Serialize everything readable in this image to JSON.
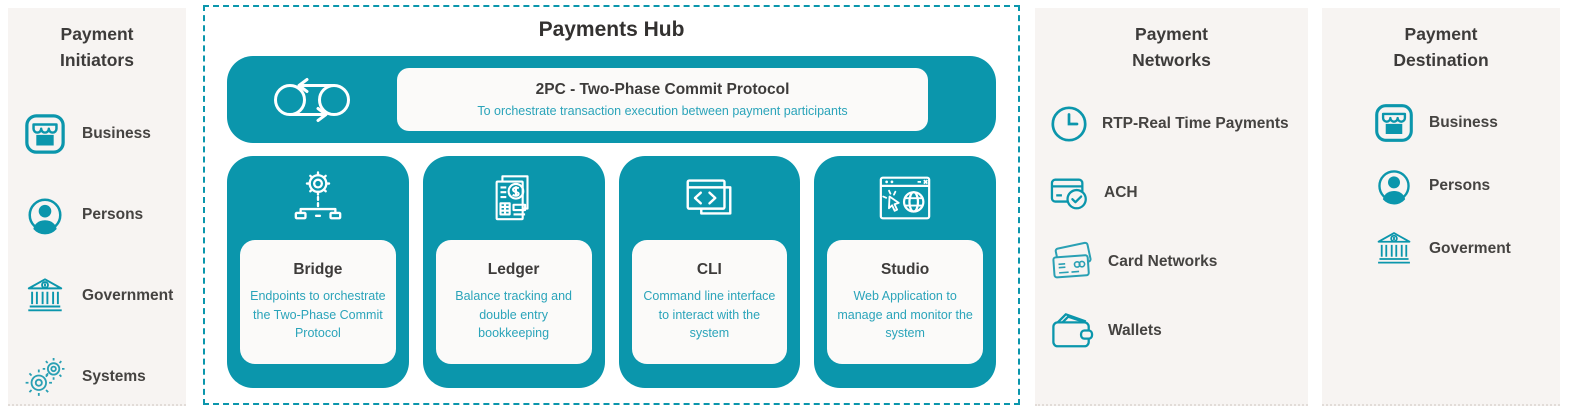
{
  "colors": {
    "teal": "#0b96ac",
    "panel_bg": "#f7f4f2",
    "inner_box_bg": "#fbfaf9",
    "teal_text": "#2ba4ba",
    "dark_text": "#3d3b3a"
  },
  "initiators": {
    "title": "Payment Initiators",
    "items": [
      {
        "icon": "storefront-icon",
        "label": "Business"
      },
      {
        "icon": "person-icon",
        "label": "Persons"
      },
      {
        "icon": "bank-icon",
        "label": "Government"
      },
      {
        "icon": "gears-icon",
        "label": "Systems"
      }
    ]
  },
  "hub": {
    "title": "Payments Hub",
    "banner": {
      "icon": "sync-icon",
      "title": "2PC - Two-Phase Commit Protocol",
      "subtitle": "To orchestrate transaction execution between payment participants"
    },
    "cards": [
      {
        "icon": "orchestration-icon",
        "title": "Bridge",
        "description": "Endpoints to orchestrate the Two-Phase Commit Protocol"
      },
      {
        "icon": "ledger-document-icon",
        "title": "Ledger",
        "description": "Balance tracking and double entry bookkeeping"
      },
      {
        "icon": "terminal-icon",
        "title": "CLI",
        "description": "Command line interface to interact with the system"
      },
      {
        "icon": "web-app-icon",
        "title": "Studio",
        "description": "Web Application to manage and monitor the system"
      }
    ]
  },
  "networks": {
    "title": "Payment Networks",
    "items": [
      {
        "icon": "clock-icon",
        "label": "RTP-Real Time Payments"
      },
      {
        "icon": "ach-check-icon",
        "label": "ACH"
      },
      {
        "icon": "credit-cards-icon",
        "label": "Card Networks"
      },
      {
        "icon": "wallet-icon",
        "label": "Wallets"
      }
    ]
  },
  "destination": {
    "title": "Payment Destination",
    "items": [
      {
        "icon": "storefront-icon",
        "label": "Business"
      },
      {
        "icon": "person-icon",
        "label": "Persons"
      },
      {
        "icon": "bank-icon",
        "label": "Goverment"
      }
    ]
  }
}
